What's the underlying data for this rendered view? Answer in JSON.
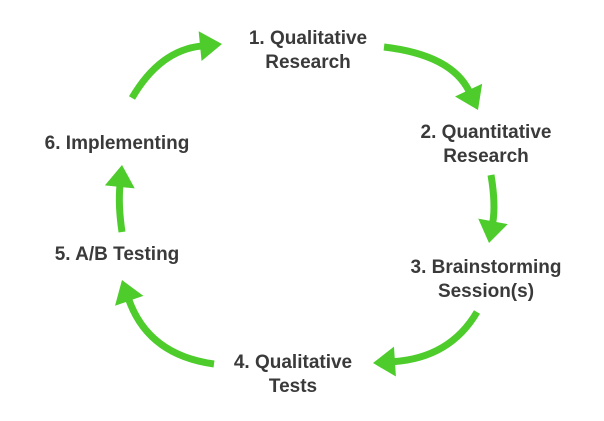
{
  "diagram": {
    "accent_color": "#4dcc2c",
    "text_color": "#3a3a3a",
    "steps": [
      {
        "lines": [
          "1. Qualitative",
          "Research"
        ]
      },
      {
        "lines": [
          "2. Quantitative",
          "Research"
        ]
      },
      {
        "lines": [
          "3. Brainstorming",
          "Session(s)"
        ]
      },
      {
        "lines": [
          "4. Qualitative",
          "Tests"
        ]
      },
      {
        "lines": [
          "5. A/B Testing"
        ]
      },
      {
        "lines": [
          "6. Implementing"
        ]
      }
    ]
  }
}
